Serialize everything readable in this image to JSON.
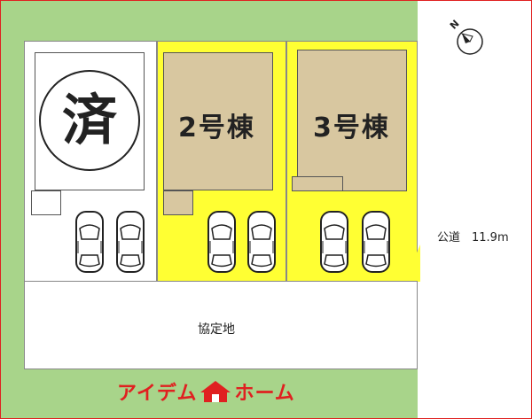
{
  "lots": {
    "lot1": {
      "mark": "済"
    },
    "lot2": {
      "label": "2号棟"
    },
    "lot3": {
      "label": "3号棟"
    }
  },
  "common_area": {
    "label": "協定地"
  },
  "road": {
    "label": "公道　11.9m"
  },
  "compass": {
    "label": "N"
  },
  "brand": {
    "part1": "アイデム",
    "part2": "ホーム"
  },
  "colors": {
    "lot_highlight": "#ffff33",
    "house": "#d8c7a0",
    "green": "#a8d48a",
    "brand": "#e02020"
  },
  "icons": [
    "car-icon",
    "compass-icon",
    "house-logo-icon"
  ]
}
